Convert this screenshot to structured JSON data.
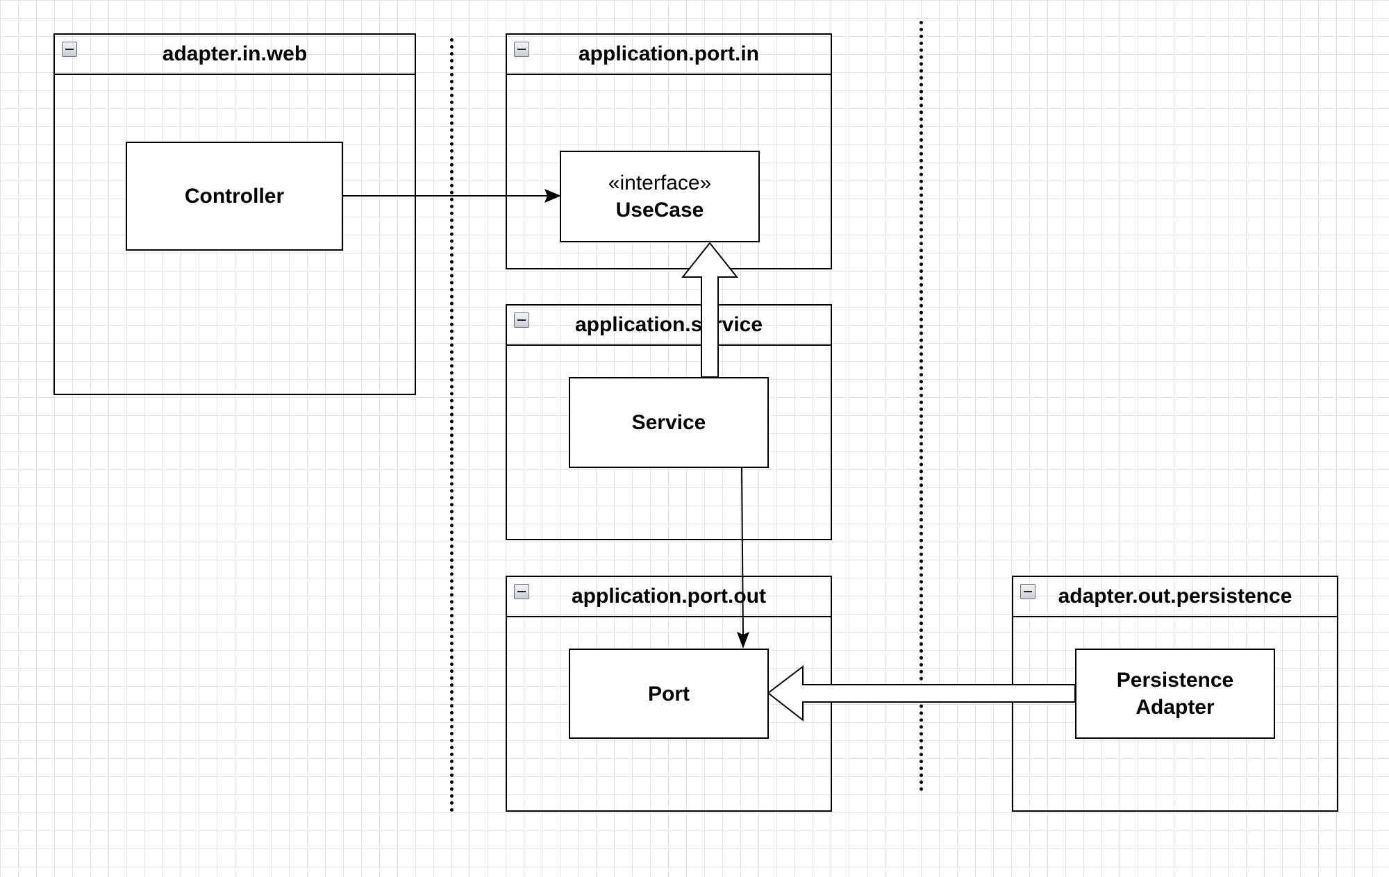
{
  "packages": {
    "adapter_in_web": {
      "title": "adapter.in.web"
    },
    "application_port_in": {
      "title": "application.port.in"
    },
    "application_service": {
      "title": "application.service"
    },
    "application_port_out": {
      "title": "application.port.out"
    },
    "adapter_out_persistence": {
      "title": "adapter.out.persistence"
    }
  },
  "classes": {
    "controller": {
      "name": "Controller"
    },
    "usecase": {
      "stereotype": "«interface»",
      "name": "UseCase"
    },
    "service": {
      "name": "Service"
    },
    "port": {
      "name": "Port"
    },
    "persistence_adapter": {
      "name": "Persistence Adapter"
    }
  },
  "edges": [
    {
      "from": "Controller",
      "to": "UseCase",
      "kind": "dependency"
    },
    {
      "from": "Service",
      "to": "UseCase",
      "kind": "implementation"
    },
    {
      "from": "Service",
      "to": "Port",
      "kind": "dependency"
    },
    {
      "from": "Persistence Adapter",
      "to": "Port",
      "kind": "implementation"
    }
  ]
}
